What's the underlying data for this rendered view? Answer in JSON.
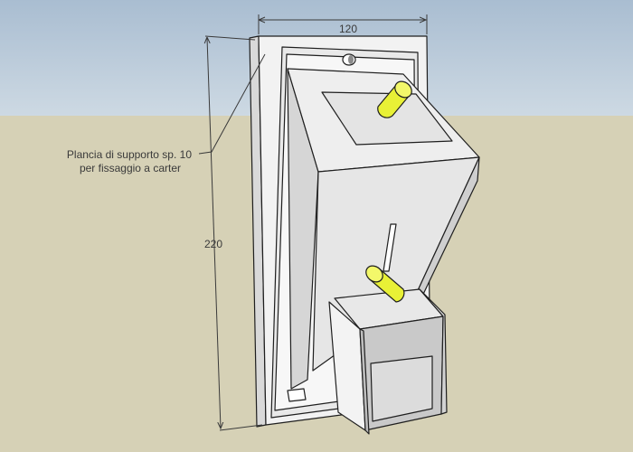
{
  "scene": {
    "sky_color": "#b8c9d9",
    "ground_color": "#d6d1b6",
    "model_face_light": "#f0f0f0",
    "model_face_mid": "#e2e2e2",
    "model_face_dark": "#c8c8c8",
    "edge_color": "#1f1f1f",
    "pin_color": "#e8f036"
  },
  "dimensions": {
    "width_label": "120",
    "height_label": "220"
  },
  "annotation": {
    "line1": "Plancia di supporto sp. 10",
    "line2": "per fissaggio a carter"
  },
  "parts": {
    "icons": [
      "mounting-hole-icon",
      "pin-icon"
    ]
  }
}
